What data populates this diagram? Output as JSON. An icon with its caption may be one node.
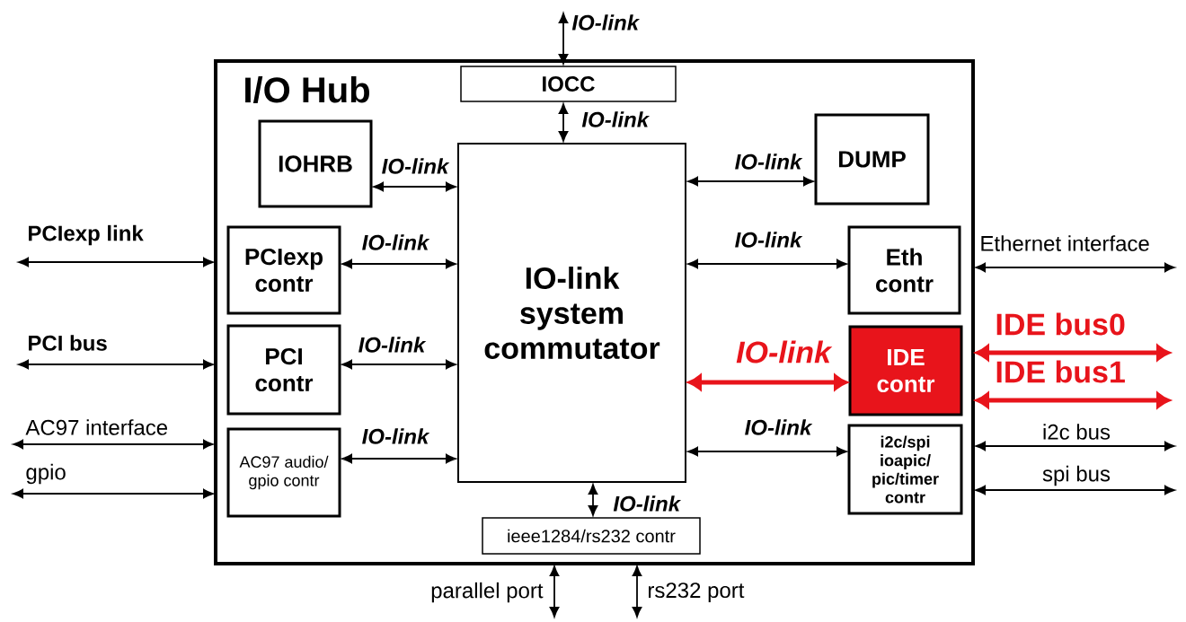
{
  "diagram": {
    "nodes": [
      {
        "text": [
          "I/O Hub"
        ]
      },
      {
        "text": [
          "IOCC"
        ],
        "in": 0
      },
      {
        "text": [
          "IOHRB"
        ],
        "in": 0
      },
      {
        "text": [
          "IO-link system commutator"
        ],
        "in": 0
      },
      {
        "text": [
          "DUMP"
        ],
        "in": 0
      },
      {
        "text": [
          "PCIexp contr"
        ],
        "in": 0
      },
      {
        "text": [
          "Eth contr"
        ],
        "in": 0
      },
      {
        "text": [
          "PCI contr"
        ],
        "in": 0
      },
      {
        "text": [
          "IDE contr"
        ],
        "in": 0
      },
      {
        "text": [
          "AC97 audio/ gpio contr"
        ],
        "in": 0
      },
      {
        "text": [
          "i2c/spi ioapic/ pic/timer contr"
        ],
        "in": 0
      },
      {
        "text": [
          "ieee1284/rs232 contr"
        ],
        "in": 0
      }
    ],
    "edges": [
      {
        "from": null,
        "to": 1,
        "arrow": "both",
        "label": "IO-link"
      },
      {
        "from": 1,
        "to": 3,
        "arrow": "both",
        "label": "IO-link"
      },
      {
        "from": 2,
        "to": 3,
        "arrow": "both",
        "label": "IO-link"
      },
      {
        "from": 3,
        "to": 4,
        "arrow": "both",
        "label": "IO-link"
      },
      {
        "from": 5,
        "to": 3,
        "arrow": "both",
        "label": "IO-link"
      },
      {
        "from": 3,
        "to": 6,
        "arrow": "both",
        "label": "IO-link"
      },
      {
        "from": 7,
        "to": 3,
        "arrow": "both",
        "label": "IO-link"
      },
      {
        "from": 3,
        "to": 8,
        "arrow": "both",
        "label": "IO-link",
        "style": "thick",
        "color": "#e8141b"
      },
      {
        "from": 9,
        "to": 3,
        "arrow": "both",
        "label": "IO-link"
      },
      {
        "from": 3,
        "to": 10,
        "arrow": "both",
        "label": "IO-link"
      },
      {
        "from": 3,
        "to": 11,
        "arrow": "both",
        "label": "IO-link"
      },
      {
        "from": null,
        "to": 0,
        "arrow": "both",
        "label": "PCIexp link"
      },
      {
        "from": null,
        "to": 0,
        "arrow": "both",
        "label": "PCI bus"
      },
      {
        "from": null,
        "to": 0,
        "arrow": "both",
        "label": "AC97 interface"
      },
      {
        "from": null,
        "to": 0,
        "arrow": "both",
        "label": "gpio"
      },
      {
        "from": 0,
        "to": null,
        "arrow": "both",
        "label": "Ethernet interface"
      },
      {
        "from": 0,
        "to": null,
        "arrow": "both",
        "label": "IDE bus0",
        "style": "thick",
        "color": "#e8141b"
      },
      {
        "from": 0,
        "to": null,
        "arrow": "both",
        "label": "IDE bus1",
        "style": "thick",
        "color": "#e8141b"
      },
      {
        "from": 0,
        "to": null,
        "arrow": "both",
        "label": "i2c bus"
      },
      {
        "from": 0,
        "to": null,
        "arrow": "both",
        "label": "spi bus"
      },
      {
        "from": 0,
        "to": null,
        "arrow": "both",
        "label": "parallel port"
      },
      {
        "from": 0,
        "to": null,
        "arrow": "both",
        "label": "rs232 port"
      }
    ]
  }
}
